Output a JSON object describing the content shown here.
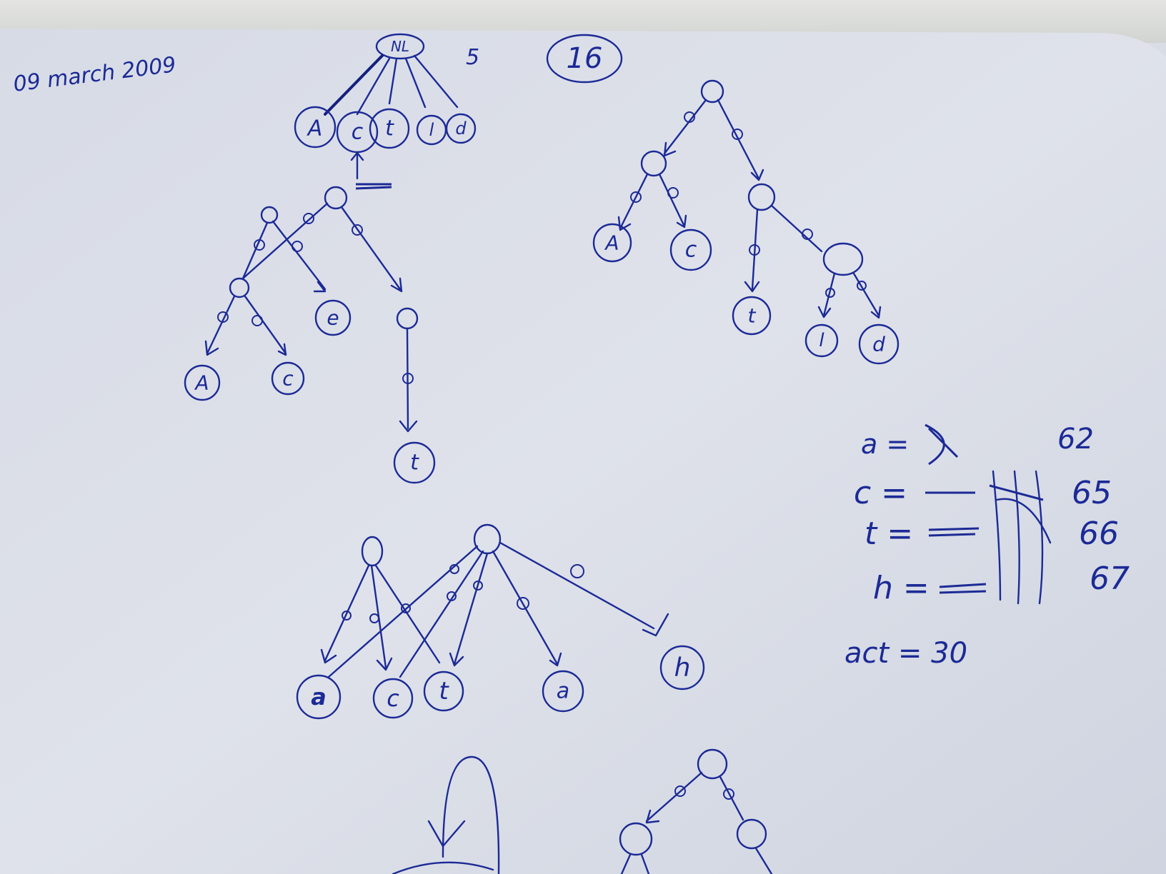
{
  "header": {
    "date": "09 march 2009",
    "page_number": "5",
    "circled_number": "16"
  },
  "tree_top": {
    "root": "NL",
    "leaves": [
      "A",
      "c",
      "t",
      "l",
      "d"
    ]
  },
  "tree_left": {
    "leaves": [
      "A",
      "c",
      "e",
      "t"
    ]
  },
  "tree_right": {
    "leaves": [
      "A",
      "c",
      "t",
      "l",
      "d"
    ]
  },
  "tree_bottom": {
    "leaves": [
      "a",
      "c",
      "t",
      "a",
      "h"
    ]
  },
  "table": {
    "rows": [
      {
        "letter": "a =",
        "value": "62"
      },
      {
        "letter": "c =",
        "value": "65"
      },
      {
        "letter": "t =",
        "value": "66"
      },
      {
        "letter": "h =",
        "value": "67"
      }
    ],
    "footer": "act = 30"
  },
  "colors": {
    "paper": "#d9dde6",
    "ink": "#1c2a96"
  }
}
